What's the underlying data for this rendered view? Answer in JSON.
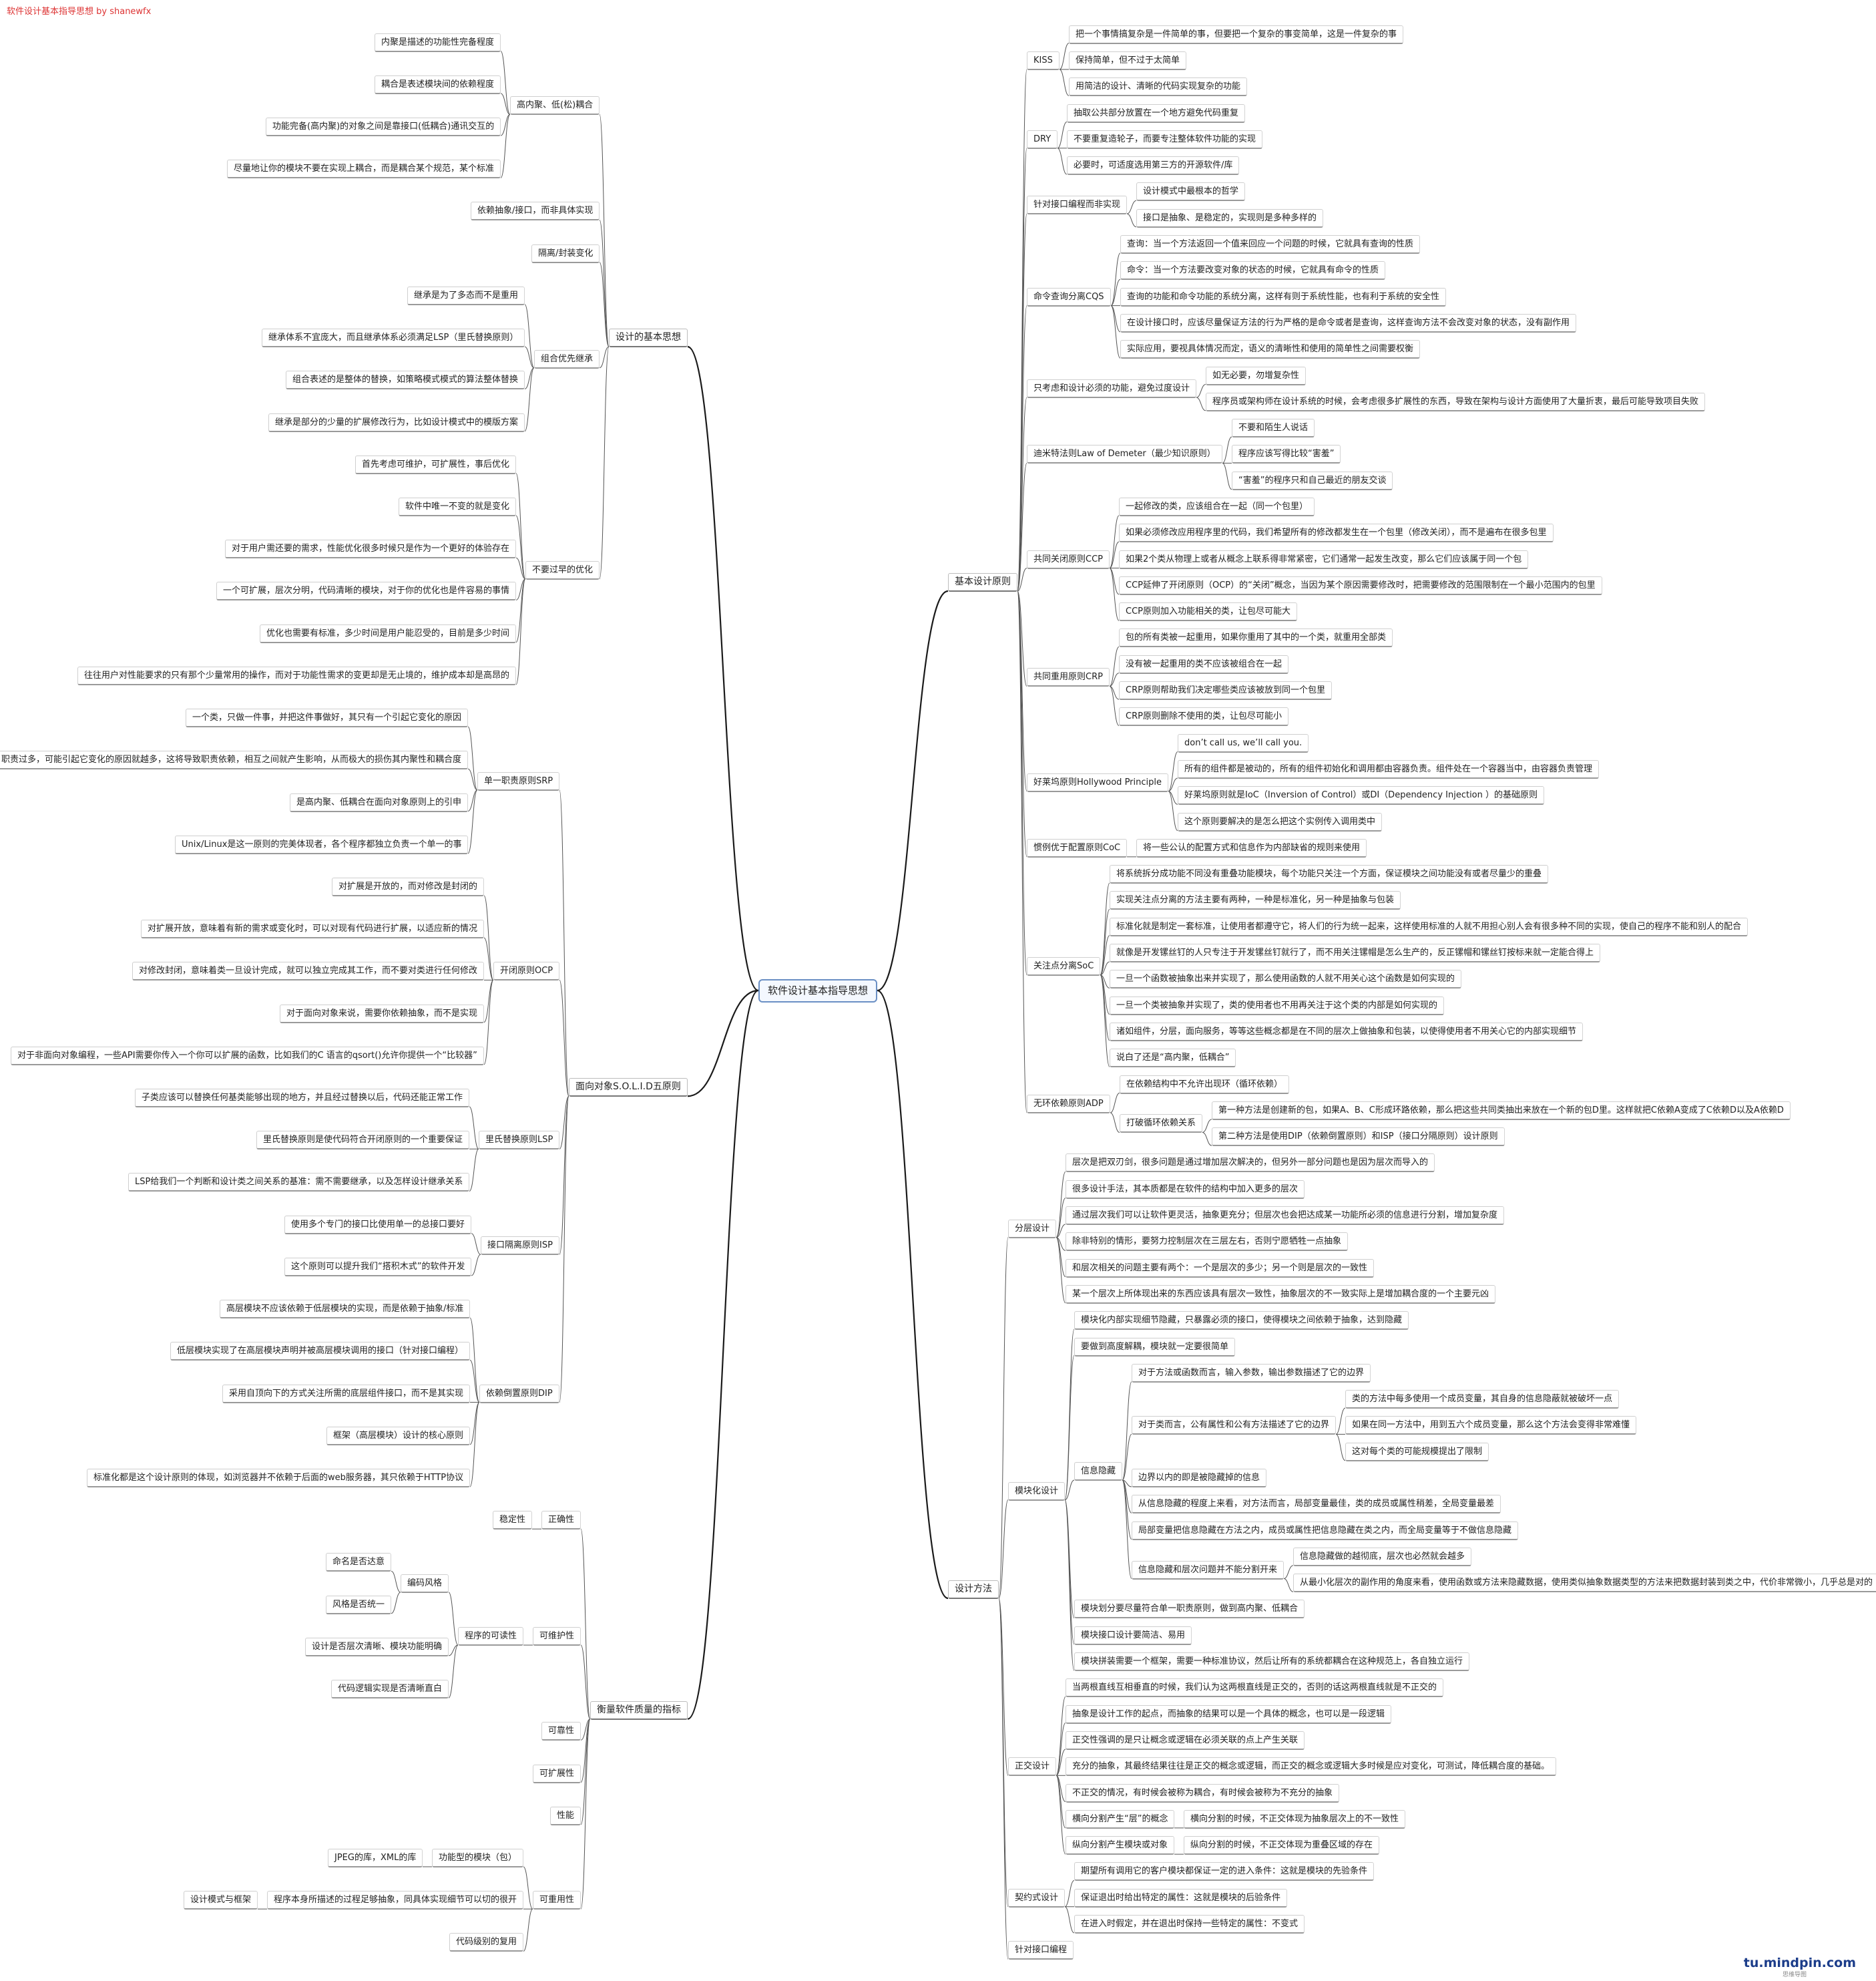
{
  "title": "软件设计基本指导思想 by shanewfx",
  "logo": "tu.mindpin.com",
  "logo_sub": "思维导图",
  "root": "软件设计基本指导思想",
  "right": [
    {
      "label": "基本设计原则",
      "children": [
        {
          "label": "KISS",
          "children": [
            {
              "label": "把一个事情搞复杂是一件简单的事，但要把一个复杂的事变简单，这是一件复杂的事"
            },
            {
              "label": "保持简单，但不过于太简单"
            },
            {
              "label": "用简洁的设计、清晰的代码实现复杂的功能"
            }
          ]
        },
        {
          "label": "DRY",
          "children": [
            {
              "label": "抽取公共部分放置在一个地方避免代码重复"
            },
            {
              "label": "不要重复造轮子，而要专注整体软件功能的实现"
            },
            {
              "label": "必要时，可适度选用第三方的开源软件/库"
            }
          ]
        },
        {
          "label": "针对接口编程而非实现",
          "children": [
            {
              "label": "设计模式中最根本的哲学"
            },
            {
              "label": "接口是抽象、是稳定的，实现则是多种多样的"
            }
          ]
        },
        {
          "label": "命令查询分离CQS",
          "children": [
            {
              "label": "查询：当一个方法返回一个值来回应一个问题的时候，它就具有查询的性质"
            },
            {
              "label": "命令：当一个方法要改变对象的状态的时候，它就具有命令的性质"
            },
            {
              "label": "查询的功能和命令功能的系统分离，这样有则于系统性能，也有利于系统的安全性"
            },
            {
              "label": "在设计接口时，应该尽量保证方法的行为严格的是命令或者是查询，这样查询方法不会改变对象的状态，没有副作用"
            },
            {
              "label": "实际应用，要视具体情况而定，语义的清晰性和使用的简单性之间需要权衡"
            }
          ]
        },
        {
          "label": "只考虑和设计必须的功能，避免过度设计",
          "children": [
            {
              "label": "如无必要，勿增复杂性"
            },
            {
              "label": "程序员或架构师在设计系统的时候，会考虑很多扩展性的东西，导致在架构与设计方面使用了大量折衷，最后可能导致项目失败"
            }
          ]
        },
        {
          "label": "迪米特法则Law of Demeter（最少知识原则）",
          "children": [
            {
              "label": "不要和陌生人说话"
            },
            {
              "label": "程序应该写得比较“害羞”"
            },
            {
              "label": "“害羞”的程序只和自己最近的朋友交谈"
            }
          ]
        },
        {
          "label": "共同关闭原则CCP",
          "children": [
            {
              "label": "一起修改的类，应该组合在一起（同一个包里）"
            },
            {
              "label": "如果必须修改应用程序里的代码，我们希望所有的修改都发生在一个包里（修改关闭），而不是遍布在很多包里"
            },
            {
              "label": "如果2个类从物理上或者从概念上联系得非常紧密，它们通常一起发生改变，那么它们应该属于同一个包"
            },
            {
              "label": "CCP延伸了开闭原则（OCP）的“关闭”概念，当因为某个原因需要修改时，把需要修改的范围限制在一个最小范围内的包里"
            },
            {
              "label": "CCP原则加入功能相关的类，让包尽可能大"
            }
          ]
        },
        {
          "label": "共同重用原则CRP",
          "children": [
            {
              "label": "包的所有类被一起重用，如果你重用了其中的一个类，就重用全部类"
            },
            {
              "label": "没有被一起重用的类不应该被组合在一起"
            },
            {
              "label": "CRP原则帮助我们决定哪些类应该被放到同一个包里"
            },
            {
              "label": "CRP原则删除不使用的类，让包尽可能小"
            }
          ]
        },
        {
          "label": "好莱坞原则Hollywood Principle",
          "children": [
            {
              "label": "don’t call us, we’ll call you."
            },
            {
              "label": "所有的组件都是被动的，所有的组件初始化和调用都由容器负责。组件处在一个容器当中，由容器负责管理"
            },
            {
              "label": "好莱坞原则就是IoC（Inversion of Control）或DI（Dependency Injection ）的基础原则"
            },
            {
              "label": "这个原则要解决的是怎么把这个实例传入调用类中"
            }
          ]
        },
        {
          "label": "惯例优于配置原则CoC",
          "children": [
            {
              "label": "将一些公认的配置方式和信息作为内部缺省的规则来使用"
            }
          ]
        },
        {
          "label": "关注点分离SoC",
          "children": [
            {
              "label": "将系统拆分成功能不同没有重叠功能模块，每个功能只关注一个方面，保证模块之间功能没有或者尽量少的重叠"
            },
            {
              "label": "实现关注点分离的方法主要有两种，一种是标准化，另一种是抽象与包装"
            },
            {
              "label": "标准化就是制定一套标准，让使用者都遵守它，将人们的行为统一起来，这样使用标准的人就不用担心别人会有很多种不同的实现，使自己的程序不能和别人的配合"
            },
            {
              "label": "就像是开发镙丝钉的人只专注于开发镙丝钉就行了，而不用关注镙帽是怎么生产的，反正镙帽和镙丝钉按标来就一定能合得上"
            },
            {
              "label": "一旦一个函数被抽象出来并实现了，那么使用函数的人就不用关心这个函数是如何实现的"
            },
            {
              "label": "一旦一个类被抽象并实现了，类的使用者也不用再关注于这个类的内部是如何实现的"
            },
            {
              "label": "诸如组件，分层，面向服务，等等这些概念都是在不同的层次上做抽象和包装，以使得使用者不用关心它的内部实现细节"
            },
            {
              "label": "说白了还是“高内聚，低耦合”"
            }
          ]
        },
        {
          "label": "无环依赖原则ADP",
          "children": [
            {
              "label": "在依赖结构中不允许出现环（循环依赖）"
            },
            {
              "label": "打破循环依赖关系",
              "children": [
                {
                  "label": "第一种方法是创建新的包，如果A、B、C形成环路依赖，那么把这些共同类抽出来放在一个新的包D里。这样就把C依赖A变成了C依赖D以及A依赖D"
                },
                {
                  "label": "第二种方法是使用DIP（依赖倒置原则）和ISP（接口分隔原则）设计原则"
                }
              ]
            }
          ]
        }
      ]
    },
    {
      "label": "设计方法",
      "children": [
        {
          "label": "分层设计",
          "children": [
            {
              "label": "层次是把双刃剑，很多问题是通过增加层次解决的，但另外一部分问题也是因为层次而导入的"
            },
            {
              "label": "很多设计手法，其本质都是在软件的结构中加入更多的层次"
            },
            {
              "label": "通过层次我们可以让软件更灵活，抽象更充分；但层次也会把达成某一功能所必须的信息进行分割，增加复杂度"
            },
            {
              "label": "除非特别的情形，要努力控制层次在三层左右，否则宁愿牺牲一点抽象"
            },
            {
              "label": "和层次相关的问题主要有两个：一个是层次的多少；另一个则是层次的一致性"
            },
            {
              "label": "某一个层次上所体现出来的东西应该具有层次一致性，抽象层次的不一致实际上是增加耦合度的一个主要元凶"
            }
          ]
        },
        {
          "label": "模块化设计",
          "children": [
            {
              "label": "模块化内部实现细节隐藏，只暴露必须的接口，使得模块之间依赖于抽象，达到隐藏"
            },
            {
              "label": "要做到高度解耦，模块就一定要很简单"
            },
            {
              "label": "信息隐藏",
              "children": [
                {
                  "label": "对于方法或函数而言，输入参数，输出参数描述了它的边界"
                },
                {
                  "label": "对于类而言，公有属性和公有方法描述了它的边界",
                  "children": [
                    {
                      "label": "类的方法中每多使用一个成员变量，其自身的信息隐蔽就被破坏一点"
                    },
                    {
                      "label": "如果在同一方法中，用到五六个成员变量，那么这个方法会变得非常难懂"
                    },
                    {
                      "label": "这对每个类的可能规模提出了限制"
                    }
                  ]
                },
                {
                  "label": "边界以内的即是被隐藏掉的信息"
                },
                {
                  "label": "从信息隐藏的程度上来看，对方法而言，局部变量最佳，类的成员或属性稍差，全局变量最差"
                },
                {
                  "label": "局部变量把信息隐藏在方法之内，成员或属性把信息隐藏在类之内，而全局变量等于不做信息隐藏"
                },
                {
                  "label": "信息隐藏和层次问题并不能分割开来",
                  "children": [
                    {
                      "label": "信息隐藏做的越彻底，层次也必然就会越多"
                    },
                    {
                      "label": "从最小化层次的副作用的角度来看，使用函数或方法来隐藏数据，使用类似抽象数据类型的方法来把数据封装到类之中，代价非常微小，几乎总是对的"
                    }
                  ]
                }
              ]
            },
            {
              "label": "模块划分要尽量符合单一职责原则，做到高内聚、低耦合"
            },
            {
              "label": "模块接口设计要简洁、易用"
            },
            {
              "label": "模块拼装需要一个框架，需要一种标准协议，然后让所有的系统都耦合在这种规范上，各自独立运行"
            }
          ]
        },
        {
          "label": "正交设计",
          "children": [
            {
              "label": "当两根直线互相垂直的时候，我们认为这两根直线是正交的，否则的话这两根直线就是不正交的"
            },
            {
              "label": "抽象是设计工作的起点，而抽象的结果可以是一个具体的概念，也可以是一段逻辑"
            },
            {
              "label": "正交性强调的是只让概念或逻辑在必须关联的点上产生关联"
            },
            {
              "label": "充分的抽象，其最终结果往往是正交的概念或逻辑，而正交的概念或逻辑大多时候是应对变化，可测试，降低耦合度的基础。"
            },
            {
              "label": "不正交的情况，有时候会被称为耦合，有时候会被称为不充分的抽象"
            },
            {
              "label": "横向分割产生“层”的概念",
              "children": [
                {
                  "label": "横向分割的时候，不正交体现为抽象层次上的不一致性"
                }
              ]
            },
            {
              "label": "纵向分割产生模块或对象",
              "children": [
                {
                  "label": "纵向分割的时候，不正交体现为重叠区域的存在"
                }
              ]
            }
          ]
        },
        {
          "label": "契约式设计",
          "children": [
            {
              "label": "期望所有调用它的客户模块都保证一定的进入条件：这就是模块的先验条件"
            },
            {
              "label": "保证退出时给出特定的属性：这就是模块的后验条件"
            },
            {
              "label": "在进入时假定，并在退出时保持一些特定的属性：不变式"
            }
          ]
        },
        {
          "label": "针对接口编程"
        }
      ]
    }
  ],
  "left": [
    {
      "label": "设计的基本思想",
      "children": [
        {
          "label": "高内聚、低(松)耦合",
          "children": [
            {
              "label": "内聚是描述的功能性完备程度"
            },
            {
              "label": "耦合是表述模块间的依赖程度"
            },
            {
              "label": "功能完备(高内聚)的对象之间是靠接口(低耦合)通讯交互的"
            },
            {
              "label": "尽量地让你的模块不要在实现上耦合，而是耦合某个规范，某个标准"
            }
          ]
        },
        {
          "label": "依赖抽象/接口，而非具体实现"
        },
        {
          "label": "隔离/封装变化"
        },
        {
          "label": "组合优先继承",
          "children": [
            {
              "label": "继承是为了多态而不是重用"
            },
            {
              "label": "继承体系不宜庞大，而且继承体系必须满足LSP（里氏替换原则）"
            },
            {
              "label": "组合表述的是整体的替换，如策略模式模式的算法整体替换"
            },
            {
              "label": "继承是部分的少量的扩展修改行为，比如设计模式中的模版方案"
            }
          ]
        },
        {
          "label": "不要过早的优化",
          "children": [
            {
              "label": "首先考虑可维护，可扩展性，事后优化"
            },
            {
              "label": "软件中唯一不变的就是变化"
            },
            {
              "label": "对于用户需还要的需求，性能优化很多时候只是作为一个更好的体验存在"
            },
            {
              "label": "一个可扩展，层次分明，代码清晰的模块，对于你的优化也是件容易的事情"
            },
            {
              "label": "优化也需要有标准，多少时间是用户能忍受的，目前是多少时间"
            },
            {
              "label": "往往用户对性能要求的只有那个少量常用的操作，而对于功能性需求的变更却是无止境的，维护成本却是高昂的"
            }
          ]
        }
      ]
    },
    {
      "label": "面向对象S.O.L.I.D五原则",
      "children": [
        {
          "label": "单一职责原则SRP",
          "children": [
            {
              "label": "一个类，只做一件事，并把这件事做好，其只有一个引起它变化的原因"
            },
            {
              "label": "职责过多，可能引起它变化的原因就越多，这将导致职责依赖，相互之间就产生影响，从而极大的损伤其内聚性和耦合度"
            },
            {
              "label": "是高内聚、低耦合在面向对象原则上的引申"
            },
            {
              "label": "Unix/Linux是这一原则的完美体现者，各个程序都独立负责一个单一的事"
            }
          ]
        },
        {
          "label": "开闭原则OCP",
          "children": [
            {
              "label": "对扩展是开放的，而对修改是封闭的"
            },
            {
              "label": "对扩展开放，意味着有新的需求或变化时，可以对现有代码进行扩展，以适应新的情况"
            },
            {
              "label": "对修改封闭，意味着类一旦设计完成，就可以独立完成其工作，而不要对类进行任何修改"
            },
            {
              "label": "对于面向对象来说，需要你依赖抽象，而不是实现"
            },
            {
              "label": "对于非面向对象编程，一些API需要你传入一个你可以扩展的函数，比如我们的C 语言的qsort()允许你提供一个“比较器”"
            }
          ]
        },
        {
          "label": "里氏替换原则LSP",
          "children": [
            {
              "label": "子类应该可以替换任何基类能够出现的地方，并且经过替换以后，代码还能正常工作"
            },
            {
              "label": "里氏替换原则是使代码符合开闭原则的一个重要保证"
            },
            {
              "label": "LSP给我们一个判断和设计类之间关系的基准：需不需要继承，以及怎样设计继承关系"
            }
          ]
        },
        {
          "label": "接口隔离原则ISP",
          "children": [
            {
              "label": "使用多个专门的接口比使用单一的总接口要好"
            },
            {
              "label": "这个原则可以提升我们“搭积木式”的软件开发"
            }
          ]
        },
        {
          "label": "依赖倒置原则DIP",
          "children": [
            {
              "label": "高层模块不应该依赖于低层模块的实现，而是依赖于抽象/标准"
            },
            {
              "label": "低层模块实现了在高层模块声明并被高层模块调用的接口（针对接口编程）"
            },
            {
              "label": "采用自顶向下的方式关注所需的底层组件接口，而不是其实现"
            },
            {
              "label": "框架（高层模块）设计的核心原则"
            },
            {
              "label": "标准化都是这个设计原则的体现，如浏览器并不依赖于后面的web服务器，其只依赖于HTTP协议"
            }
          ]
        }
      ]
    },
    {
      "label": "衡量软件质量的指标",
      "children": [
        {
          "label": "正确性",
          "children": [
            {
              "label": "稳定性"
            }
          ]
        },
        {
          "label": "可维护性",
          "children": [
            {
              "label": "程序的可读性",
              "children": [
                {
                  "label": "编码风格",
                  "children": [
                    {
                      "label": "命名是否达意"
                    },
                    {
                      "label": "风格是否统一"
                    }
                  ]
                },
                {
                  "label": "设计是否层次清晰、模块功能明确"
                },
                {
                  "label": "代码逻辑实现是否清晰直白"
                }
              ]
            }
          ]
        },
        {
          "label": "可靠性"
        },
        {
          "label": "可扩展性"
        },
        {
          "label": "性能"
        },
        {
          "label": "可重用性",
          "children": [
            {
              "label": "功能型的模块（包）",
              "children": [
                {
                  "label": "JPEG的库，XML的库"
                }
              ]
            },
            {
              "label": "程序本身所描述的过程足够抽象，同具体实现细节可以切的很开",
              "children": [
                {
                  "label": "设计模式与框架"
                }
              ]
            },
            {
              "label": "代码级别的复用"
            }
          ]
        }
      ]
    }
  ]
}
